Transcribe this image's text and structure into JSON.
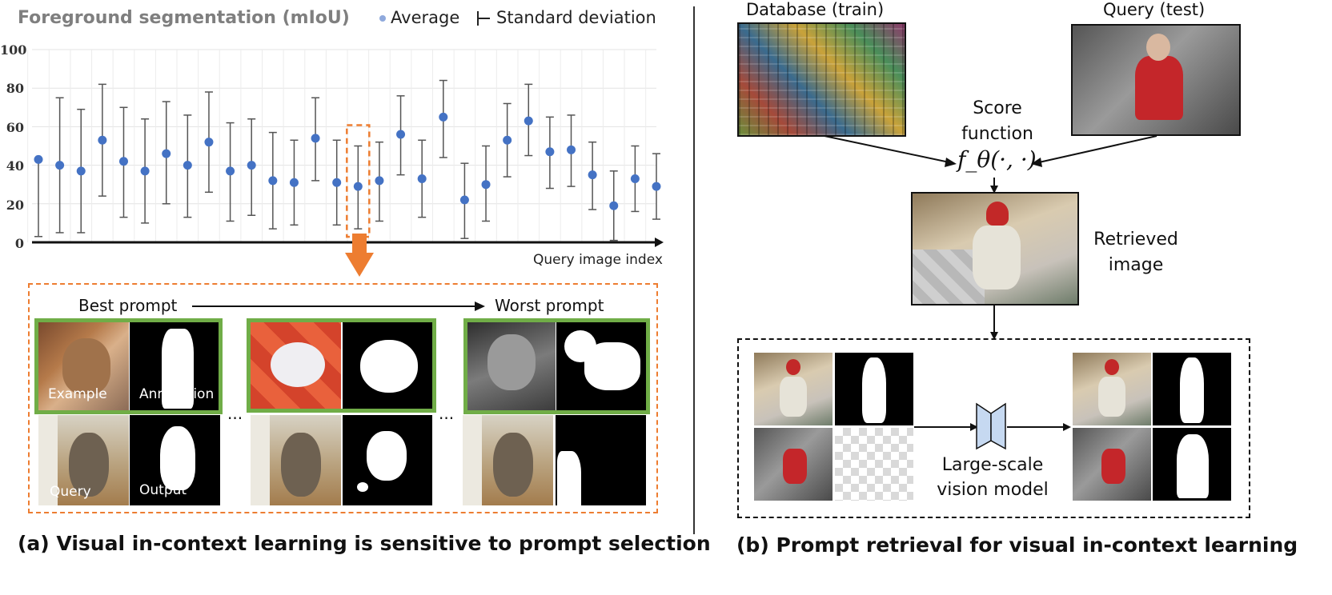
{
  "panel_a": {
    "chart_title": "Foreground segmentation (mIoU)",
    "legend_average": "Average",
    "legend_std": "Standard deviation",
    "y_ticks": [
      "100",
      "80",
      "60",
      "40",
      "20",
      "0"
    ],
    "x_axis_label": "Query image index",
    "best_prompt": "Best prompt",
    "worst_prompt": "Worst prompt",
    "label_example": "Example",
    "label_annotation": "Annotation",
    "label_query": "Query",
    "label_output": "Output",
    "ellipsis_1": "...",
    "ellipsis_2": "...",
    "caption": "(a) Visual in-context learning is sensitive to prompt selection"
  },
  "panel_b": {
    "database_label": "Database (train)",
    "query_label": "Query (test)",
    "score_function_line1": "Score",
    "score_function_line2": "function",
    "formula": "f_θ(·, ·)",
    "retrieved_line1": "Retrieved",
    "retrieved_line2": "image",
    "model_line1": "Large-scale",
    "model_line2": "vision model",
    "caption": "(b) Prompt retrieval for visual in-context learning"
  },
  "colors": {
    "marker": "#4472c4",
    "highlight": "#ed7d31",
    "frame": "#70ad47",
    "title_gray": "#7f7f7f"
  },
  "chart_data": {
    "type": "scatter",
    "title": "Foreground segmentation (mIoU)",
    "xlabel": "Query image index",
    "ylabel": "",
    "ylim": [
      0,
      100
    ],
    "grid": true,
    "legend": [
      "Average",
      "Standard deviation"
    ],
    "series": [
      {
        "name": "Average",
        "values": [
          43,
          40,
          37,
          53,
          42,
          37,
          46,
          40,
          52,
          37,
          40,
          32,
          31,
          54,
          31,
          29,
          32,
          56,
          33,
          65,
          22,
          30,
          53,
          63,
          47,
          48,
          35,
          19,
          33,
          29
        ],
        "error_low": [
          3,
          5,
          5,
          24,
          13,
          10,
          20,
          13,
          26,
          11,
          14,
          7,
          9,
          32,
          9,
          7,
          11,
          35,
          13,
          44,
          2,
          11,
          34,
          45,
          28,
          29,
          17,
          1,
          16,
          12
        ],
        "error_high": [
          null,
          75,
          69,
          82,
          70,
          64,
          73,
          66,
          78,
          62,
          64,
          57,
          53,
          75,
          53,
          50,
          52,
          76,
          53,
          84,
          41,
          50,
          72,
          82,
          65,
          66,
          52,
          37,
          50,
          46
        ]
      }
    ],
    "highlight_index": 15
  }
}
